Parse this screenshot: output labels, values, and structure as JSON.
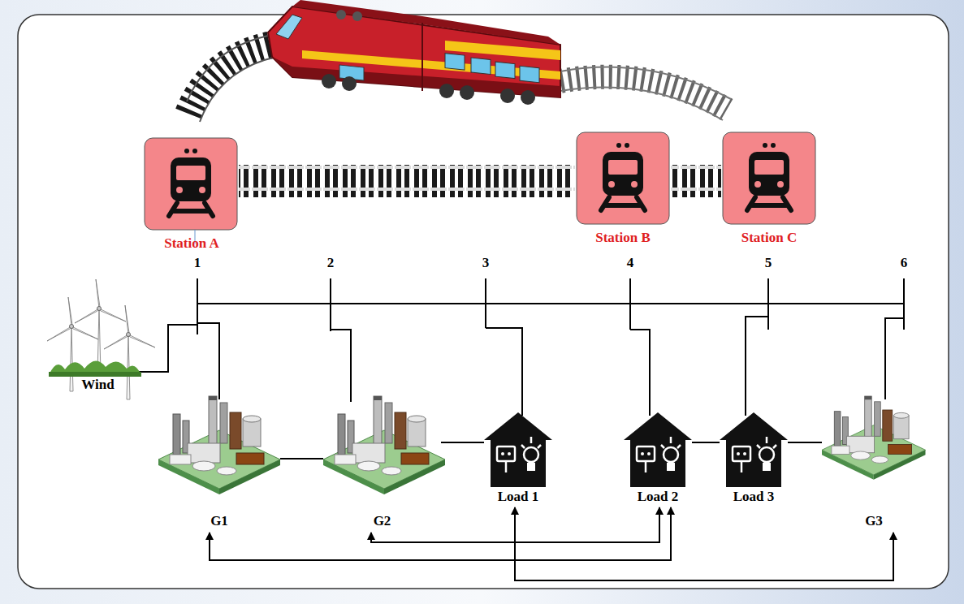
{
  "diagram": {
    "nodes": [
      {
        "text": [
          "Station A"
        ]
      },
      {
        "text": [
          "Station B"
        ]
      },
      {
        "text": [
          "Station C"
        ]
      },
      {
        "text": [
          "Wind"
        ]
      },
      {
        "text": [
          "G1"
        ]
      },
      {
        "text": [
          "G2"
        ]
      },
      {
        "text": [
          "Load 1"
        ]
      },
      {
        "text": [
          "Load 2"
        ]
      },
      {
        "text": [
          "Load 3"
        ]
      },
      {
        "text": [
          "G3"
        ]
      }
    ],
    "edges": [
      {
        "from": 4,
        "to": 5,
        "arrow": "none"
      },
      {
        "from": 5,
        "to": 6,
        "arrow": "none"
      },
      {
        "from": 7,
        "to": 8,
        "arrow": "none"
      },
      {
        "from": 8,
        "to": 9,
        "arrow": "none"
      },
      {
        "from": 7,
        "to": 5,
        "arrow": "both"
      },
      {
        "from": 7,
        "to": 4,
        "arrow": "both"
      },
      {
        "from": 6,
        "to": 9,
        "arrow": "both"
      }
    ],
    "labels": [
      "1",
      "2",
      "3",
      "4",
      "5",
      "6"
    ]
  }
}
